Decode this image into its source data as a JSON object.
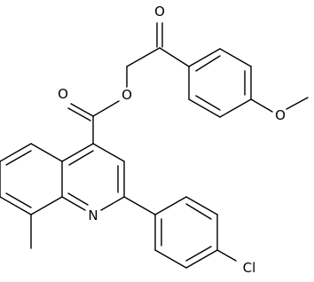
{
  "molecule": {
    "atoms": {
      "carbonyl_o_ketone": "O",
      "carbonyl_o_ester": "O",
      "ester_o": "O",
      "methoxy_o": "O",
      "quinoline_n": "N",
      "chlorine": "Cl"
    }
  }
}
